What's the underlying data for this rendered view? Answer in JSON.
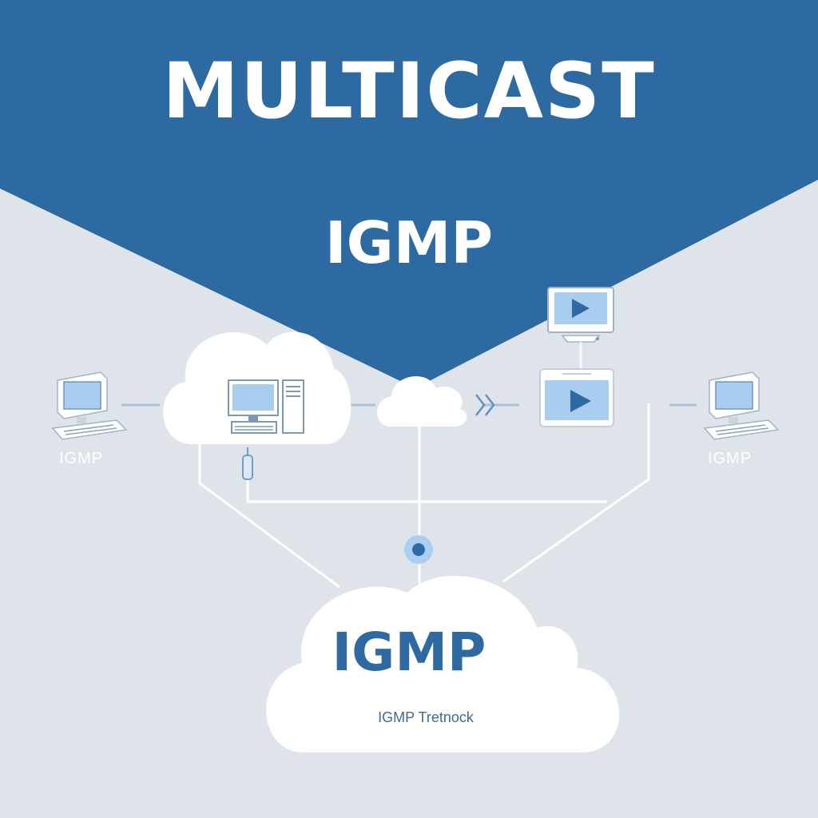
{
  "header": {
    "title": "MULTICAST",
    "subtitle": "IGMP"
  },
  "nodes": {
    "left_host_label": "IGMP",
    "right_host_label": "IGMP"
  },
  "bottom_cloud": {
    "title": "IGMP",
    "subtitle": "IGMP Tretnock"
  },
  "colors": {
    "banner_blue": "#2d6aa1",
    "background": "#dfe4ea",
    "screen_blue": "#a9cdee",
    "accent_blue": "#2e6aa1",
    "line_white": "#ffffff"
  },
  "icons": [
    "desktop-computer-icon",
    "cloud-icon",
    "monitor-play-icon",
    "tablet-play-icon",
    "forward-chevrons-icon",
    "connector-plug-icon",
    "junction-node-icon"
  ]
}
